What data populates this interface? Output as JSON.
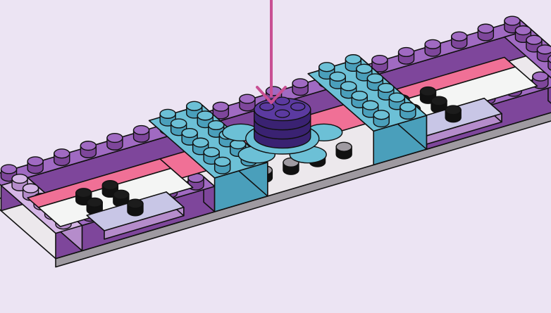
{
  "scene": {
    "background": "#ece4f3",
    "step_arrow_color": "#c84f93",
    "colors": {
      "outline": "#111111",
      "baseplate_top": "#ece8ec",
      "baseplate_side": "#9f9aa1",
      "medium_lavender_top": "#a06ac2",
      "medium_lavender_side": "#7e469b",
      "lavender_top": "#d5b6e6",
      "lavender_side": "#b58ccb",
      "pink_tile": "#f07096",
      "white_tile": "#f4f5f4",
      "trans_clear_blue": "#c8c6e6",
      "medium_azure_top": "#6cc0d6",
      "medium_azure_side": "#4a9fbb",
      "dark_purple_top": "#5b3aa0",
      "dark_purple_side": "#3a2272",
      "black_stud": "#1c1c1c"
    },
    "parts": [
      "baseplate",
      "purple-frame-bricks",
      "pink-tiles",
      "white-tiles",
      "black-studs",
      "transparent-plates",
      "azure-bricks",
      "flower-plate",
      "dark-purple-round-stack"
    ]
  }
}
